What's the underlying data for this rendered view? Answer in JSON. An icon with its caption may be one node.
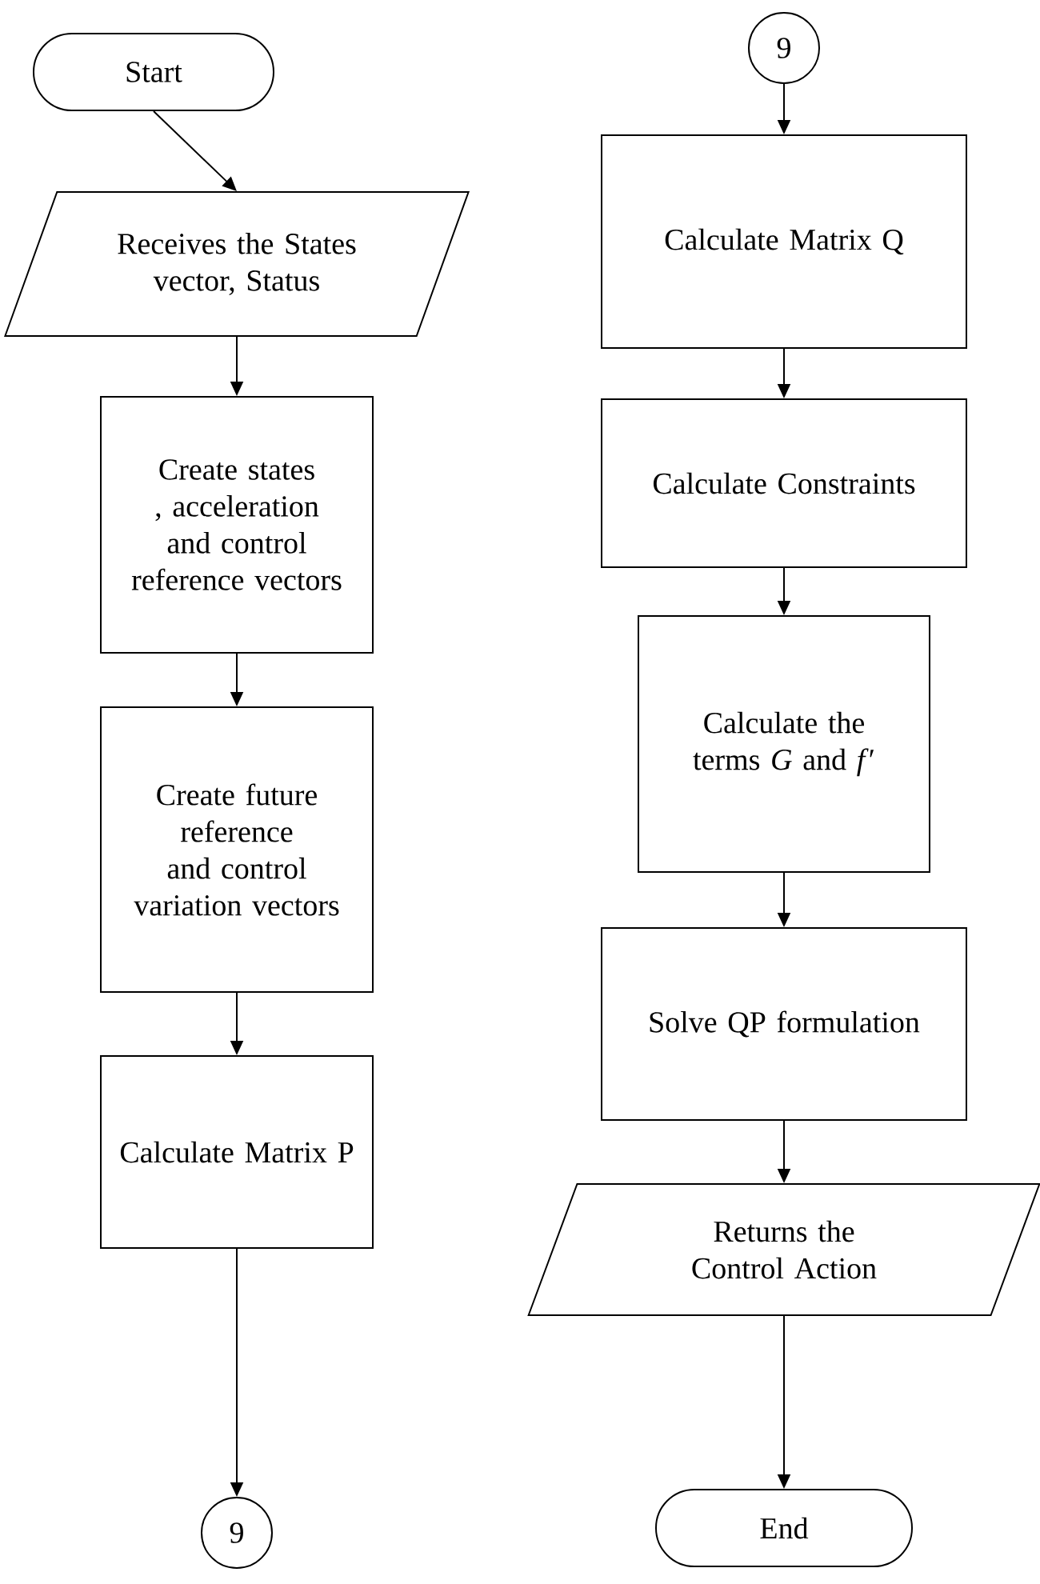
{
  "diagram": {
    "nodes": [
      {
        "text": [
          "Start"
        ]
      },
      {
        "text": [
          "Receives the States vector, Status"
        ]
      },
      {
        "text": [
          "Create states , acceleration and control reference vectors"
        ]
      },
      {
        "text": [
          "Create future reference and control variation vectors"
        ]
      },
      {
        "text": [
          "Calculate Matrix P"
        ]
      },
      {
        "text": [
          "9"
        ]
      },
      {
        "text": [
          "9"
        ]
      },
      {
        "text": [
          "Calculate Matrix Q"
        ]
      },
      {
        "text": [
          "Calculate Constraints"
        ]
      },
      {
        "text": [
          "Calculate the terms *G* and *f*′"
        ]
      },
      {
        "text": [
          "Solve QP formulation"
        ]
      },
      {
        "text": [
          "Returns the Control Action"
        ]
      },
      {
        "text": [
          "End"
        ]
      }
    ],
    "edges": [
      {
        "from": 0,
        "to": 1,
        "arrow": "to"
      },
      {
        "from": 1,
        "to": 2,
        "arrow": "to"
      },
      {
        "from": 2,
        "to": 3,
        "arrow": "to"
      },
      {
        "from": 3,
        "to": 4,
        "arrow": "to"
      },
      {
        "from": 4,
        "to": 5,
        "arrow": "to"
      },
      {
        "from": 6,
        "to": 7,
        "arrow": "to"
      },
      {
        "from": 7,
        "to": 8,
        "arrow": "to"
      },
      {
        "from": 8,
        "to": 9,
        "arrow": "to"
      },
      {
        "from": 9,
        "to": 10,
        "arrow": "to"
      },
      {
        "from": 10,
        "to": 11,
        "arrow": "to"
      },
      {
        "from": 11,
        "to": 12,
        "arrow": "to"
      }
    ]
  }
}
